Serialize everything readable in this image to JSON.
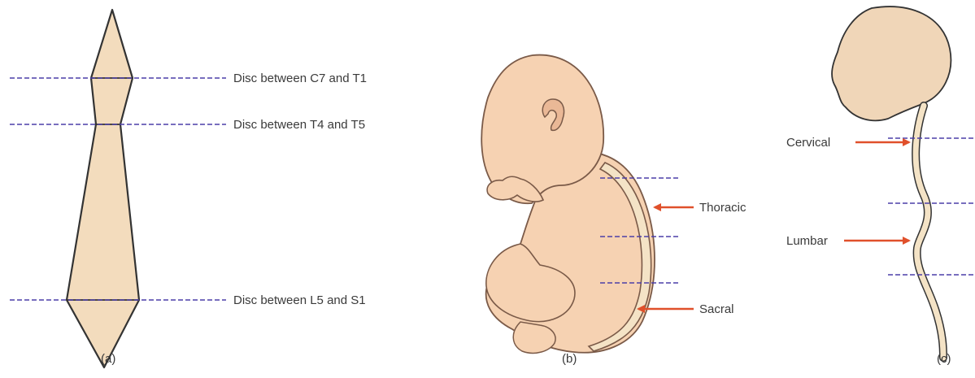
{
  "panel_a": {
    "labels": [
      "Disc between C7 and T1",
      "Disc between T4 and T5",
      "Disc between L5 and S1"
    ],
    "caption": "(a)"
  },
  "panel_b": {
    "labels": [
      "Thoracic",
      "Sacral"
    ],
    "caption": "(b)"
  },
  "panel_c": {
    "labels": [
      "Cervical",
      "Lumbar"
    ],
    "caption": "(c)"
  },
  "colors": {
    "shape_fill": "#f3dcbd",
    "outline": "#333333",
    "dashed_line": "#4c3fa8",
    "arrow": "#e0502b",
    "skin": "#f6d2b2",
    "skin_outline": "#7a5a48",
    "skull": "#f0d6b8",
    "spine": "#f4e3c6"
  }
}
